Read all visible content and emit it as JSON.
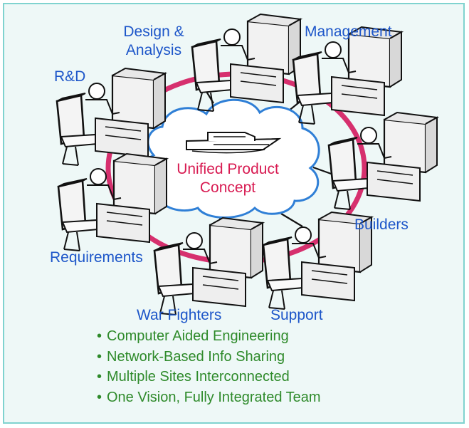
{
  "diagram": {
    "center_label_line1": "Unified Product",
    "center_label_line2": "Concept",
    "nodes": {
      "design_line1": "Design &",
      "design_line2": "Analysis",
      "management": "Management",
      "rd": "R&D",
      "builders": "Builders",
      "requirements": "Requirements",
      "war_fighters": "War Fighters",
      "support": "Support"
    },
    "icons": [
      "computer-workstation-icon",
      "ship-icon",
      "cloud-icon"
    ],
    "colors": {
      "ring": "#d6306e",
      "cloud": "#2f7fd6",
      "label_blue": "#1d56c9",
      "label_red": "#d81b52",
      "bullet_green": "#2e8a2a",
      "background": "#eef8f7"
    }
  },
  "bullets": [
    "Computer Aided Engineering",
    "Network-Based Info Sharing",
    "Multiple Sites Interconnected",
    "One Vision, Fully Integrated Team"
  ]
}
